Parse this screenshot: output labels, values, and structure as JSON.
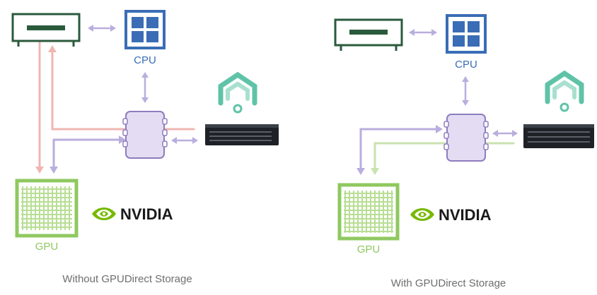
{
  "panels": [
    {
      "id": "without",
      "caption": "Without GPUDirect Storage",
      "cpu_label": "CPU",
      "gpu_label": "GPU",
      "brand": "NVIDIA"
    },
    {
      "id": "with",
      "caption": "With GPUDirect Storage",
      "cpu_label": "CPU",
      "gpu_label": "GPU",
      "brand": "NVIDIA"
    }
  ],
  "colors": {
    "cpu_blue": "#3a6db5",
    "gpu_green": "#8fc860",
    "nic_green": "#2a5a3c",
    "switch_purple": "#b8a8d8",
    "switch_fill": "#e4dcf2",
    "path_pink": "#efb6b1",
    "path_purple": "#b9aede",
    "path_green": "#c9e2b0",
    "storage_teal": "#5fc3a8",
    "storage_dark": "#1e2126",
    "caption_gray": "#6e6e6e",
    "nvidia_green": "#76b900"
  },
  "icons": [
    "nic-card-icon",
    "cpu-chip-icon",
    "gpu-chip-icon",
    "pcie-switch-icon",
    "storage-server-icon",
    "storage-cloud-icon",
    "nvidia-eye-logo-icon"
  ]
}
